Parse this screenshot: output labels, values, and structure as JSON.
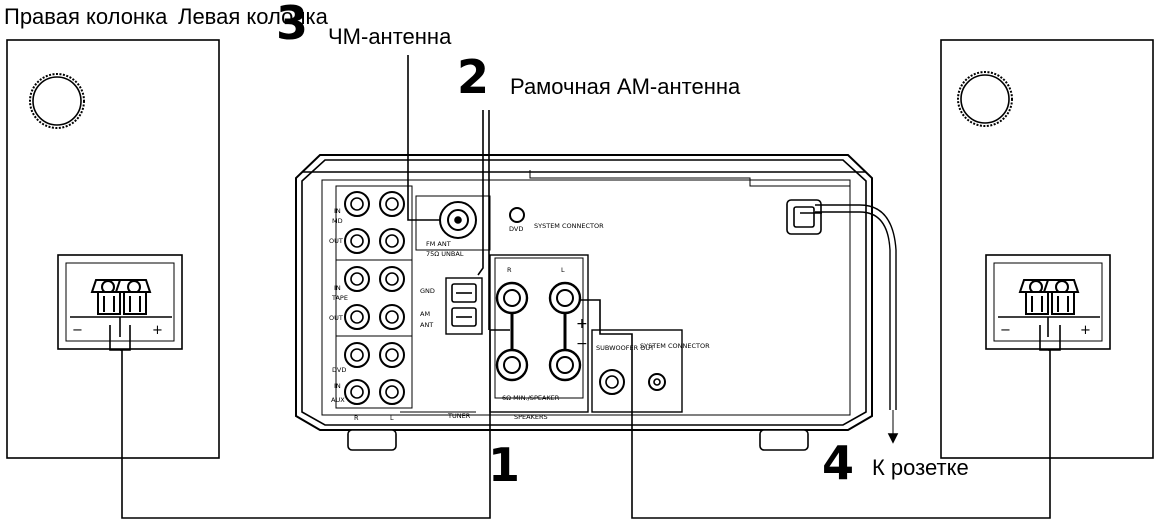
{
  "labels": {
    "right_speaker": "Правая колонка",
    "left_speaker": "Левая колонка",
    "fm_antenna": "ЧМ-антенна",
    "am_antenna": "Рамочная АМ-антенна",
    "outlet": "К розетке"
  },
  "steps": {
    "one": "1",
    "two": "2",
    "three": "3",
    "four": "4"
  },
  "panel": {
    "md": "MD",
    "tape": "TAPE",
    "dvd": "DVD",
    "aux": "AUX",
    "in": "IN",
    "out": "OUT",
    "r": "R",
    "l": "L",
    "tuner": "TUNER",
    "fm_ant": "FM ANT",
    "fm_unbal": "75Ω UNBAL",
    "gnd": "GND",
    "am": "AM",
    "ant": "ANT",
    "dvd_top": "DVD",
    "system_connector": "SYSTEM CONNECTOR",
    "subwoofer_out": "SUBWOOFER OUT",
    "speaker_min": "6Ω MIN./SPEAKER",
    "speakers": "SPEAKERS",
    "plus": "+",
    "minus": "−"
  },
  "terminals": {
    "minus": "−",
    "plus": "+"
  }
}
